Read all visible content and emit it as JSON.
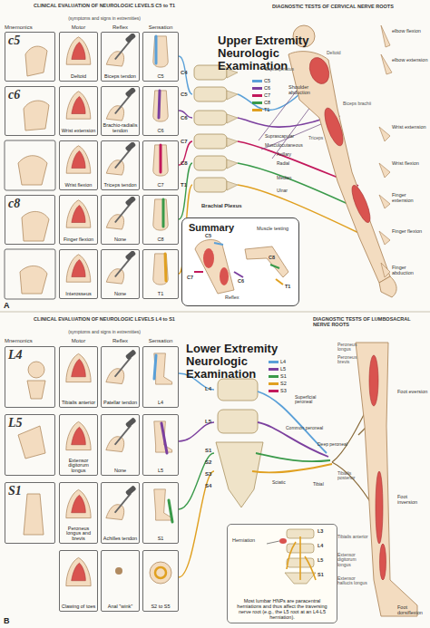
{
  "diagram": {
    "nodes": [
      {
        "text": [
          "c5"
        ]
      },
      {
        "text": [
          "Deltoid"
        ]
      },
      {
        "text": [
          "Biceps tendon"
        ]
      },
      {
        "text": [
          "C5"
        ]
      },
      {
        "text": [
          "c6"
        ]
      },
      {
        "text": [
          "Wrist extension"
        ]
      },
      {
        "text": [
          "Brachio-radialis tendon"
        ]
      },
      {
        "text": [
          "C6"
        ]
      },
      {
        "text": [
          "Wrist flexion"
        ]
      },
      {
        "text": [
          "Triceps tendon"
        ]
      },
      {
        "text": [
          "C7"
        ]
      },
      {
        "text": [
          "c8"
        ]
      },
      {
        "text": [
          "Finger flexion"
        ]
      },
      {
        "text": [
          "None"
        ]
      },
      {
        "text": [
          "C8"
        ]
      },
      {
        "text": [
          "Interosseus"
        ]
      },
      {
        "text": [
          "None"
        ]
      },
      {
        "text": [
          "T1"
        ]
      },
      {
        "text": [
          "Summary"
        ]
      },
      {
        "text": [
          "L4"
        ]
      },
      {
        "text": [
          "Tibialis anterior"
        ]
      },
      {
        "text": [
          "Patellar tendon"
        ]
      },
      {
        "text": [
          "L4"
        ]
      },
      {
        "text": [
          "L5"
        ]
      },
      {
        "text": [
          "Extensor digitorum longus"
        ]
      },
      {
        "text": [
          "None"
        ]
      },
      {
        "text": [
          "L5"
        ]
      },
      {
        "text": [
          "S1"
        ]
      },
      {
        "text": [
          "Peroneus longus and brevis"
        ]
      },
      {
        "text": [
          "Achilles tendon"
        ]
      },
      {
        "text": [
          "S1"
        ]
      },
      {
        "text": [
          "Clawing of toes"
        ]
      },
      {
        "text": [
          "Anal \"wink\""
        ]
      },
      {
        "text": [
          "S2 to S5"
        ]
      },
      {
        "text": [
          "Most lumbar HNPs are paracentral herniations and thus affect the traversing nerve root (e.g., the L5 root at an L4-L5 herniation)."
        ]
      }
    ],
    "labels": [
      "CLINICAL EVALUATION OF NEUROLOGIC LEVELS C5 to T1",
      "(symptoms and signs in extremities)",
      "DIAGNOSTIC TESTS OF CERVICAL NERVE ROOTS",
      "Upper Extremity Neurologic Examination",
      "Mnemonics",
      "Motor",
      "Reflex",
      "Sensation",
      "C4",
      "C5",
      "C6",
      "C7",
      "C8",
      "T1",
      "Suprascapular",
      "Musculocutaneous",
      "Axillary",
      "Radial",
      "Median",
      "Ulnar",
      "Brachial Plexus",
      "Shoulder abduction",
      "elbow flexion",
      "elbow extension",
      "Wrist extension",
      "Wrist flexion",
      "Finger extension",
      "Finger flexion",
      "Finger abduction",
      "Deltoid",
      "Supraspinatus",
      "Biceps brachii",
      "Triceps",
      "Muscle testing",
      "Reflex",
      "C5",
      "C6",
      "C7",
      "C8",
      "T1",
      "A",
      "CLINICAL EVALUATION OF NEUROLOGIC LEVELS L4 to S1",
      "(symptoms and signs in extremities)",
      "DIAGNOSTIC TESTS OF LUMBOSACRAL NERVE ROOTS",
      "Lower Extremity Neurologic Examination",
      "Mnemonics",
      "Motor",
      "Reflex",
      "Sensation",
      "L4",
      "L5",
      "S1",
      "S2",
      "S3",
      "S4",
      "Superficial peroneal",
      "Common peroneal",
      "Deep peroneal",
      "Sciatic",
      "Tibial",
      "Foot eversion",
      "Foot inversion",
      "Foot dorsiflexion",
      "Peroneus longus",
      "Peroneus brevis",
      "Tibialis posterior",
      "Tibialis anterior",
      "Extensor digitorum longus",
      "Extensor hallucis longus",
      "L3",
      "Herniation",
      "L4",
      "L5",
      "S1",
      "B"
    ],
    "legend": [
      {
        "text": "C5",
        "color": "#5aa0d8"
      },
      {
        "text": "C6",
        "color": "#7b3f9e"
      },
      {
        "text": "C7",
        "color": "#c2185b"
      },
      {
        "text": "C8",
        "color": "#3a9a4a"
      },
      {
        "text": "T1",
        "color": "#e0a020"
      },
      {
        "text": "L4",
        "color": "#5aa0d8"
      },
      {
        "text": "L5",
        "color": "#7b3f9e"
      },
      {
        "text": "S1",
        "color": "#3a9a4a"
      },
      {
        "text": "S2",
        "color": "#e0a020"
      },
      {
        "text": "S3",
        "color": "#c2185b"
      }
    ]
  }
}
